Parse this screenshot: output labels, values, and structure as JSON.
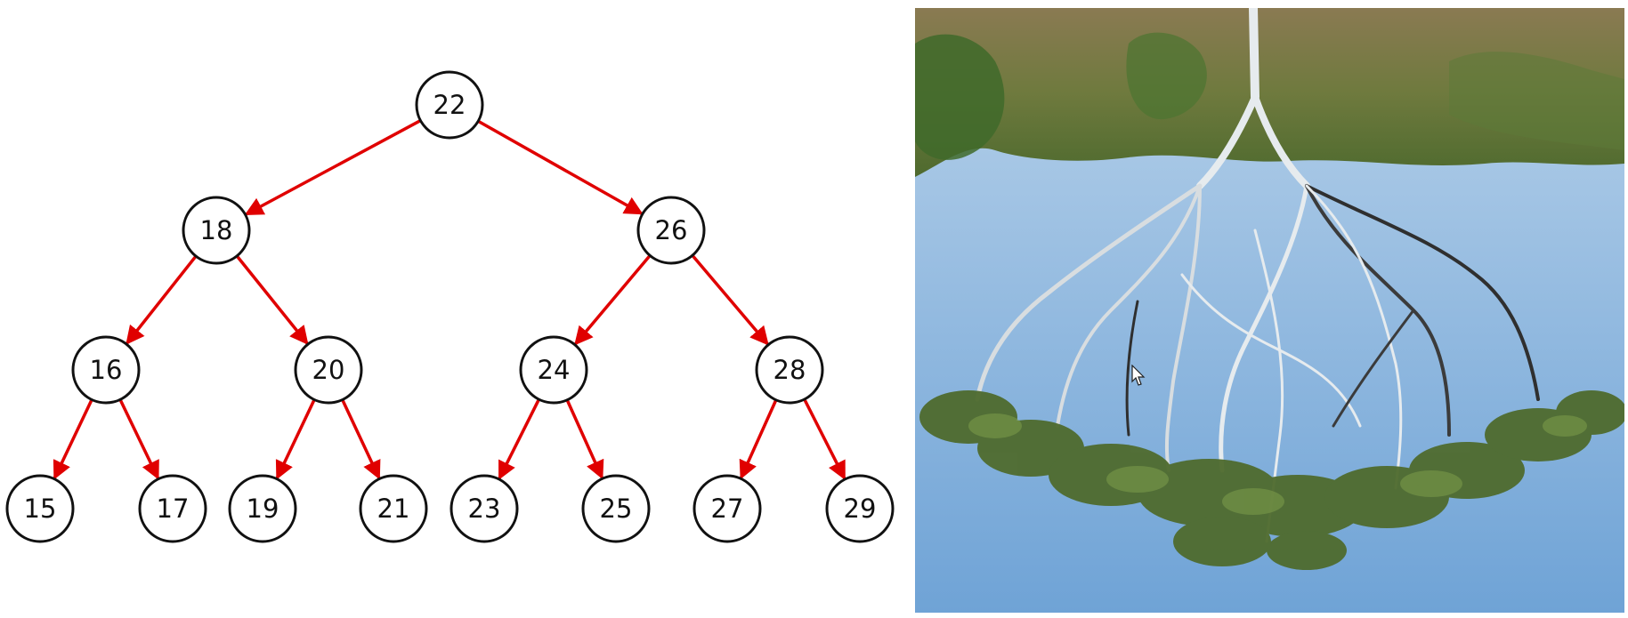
{
  "colors": {
    "edge": "#e00000",
    "node_stroke": "#111111",
    "node_fill": "#ffffff",
    "sky_top": "#a9c9e6",
    "sky_bottom": "#6fa3d6",
    "foliage": "#4f6b2e",
    "trunk": "#e9ecef"
  },
  "tree": {
    "nodes": [
      {
        "id": "n22",
        "label": "22"
      },
      {
        "id": "n18",
        "label": "18"
      },
      {
        "id": "n26",
        "label": "26"
      },
      {
        "id": "n16",
        "label": "16"
      },
      {
        "id": "n20",
        "label": "20"
      },
      {
        "id": "n24",
        "label": "24"
      },
      {
        "id": "n28",
        "label": "28"
      },
      {
        "id": "n15",
        "label": "15"
      },
      {
        "id": "n17",
        "label": "17"
      },
      {
        "id": "n19",
        "label": "19"
      },
      {
        "id": "n21",
        "label": "21"
      },
      {
        "id": "n23",
        "label": "23"
      },
      {
        "id": "n25",
        "label": "25"
      },
      {
        "id": "n27",
        "label": "27"
      },
      {
        "id": "n29",
        "label": "29"
      }
    ],
    "edges": [
      [
        "n22",
        "n18"
      ],
      [
        "n22",
        "n26"
      ],
      [
        "n18",
        "n16"
      ],
      [
        "n18",
        "n20"
      ],
      [
        "n26",
        "n24"
      ],
      [
        "n26",
        "n28"
      ],
      [
        "n16",
        "n15"
      ],
      [
        "n16",
        "n17"
      ],
      [
        "n20",
        "n19"
      ],
      [
        "n20",
        "n21"
      ],
      [
        "n24",
        "n23"
      ],
      [
        "n24",
        "n25"
      ],
      [
        "n28",
        "n27"
      ],
      [
        "n28",
        "n29"
      ]
    ]
  },
  "photo": {
    "icon": "upside-down-tree-photo"
  }
}
